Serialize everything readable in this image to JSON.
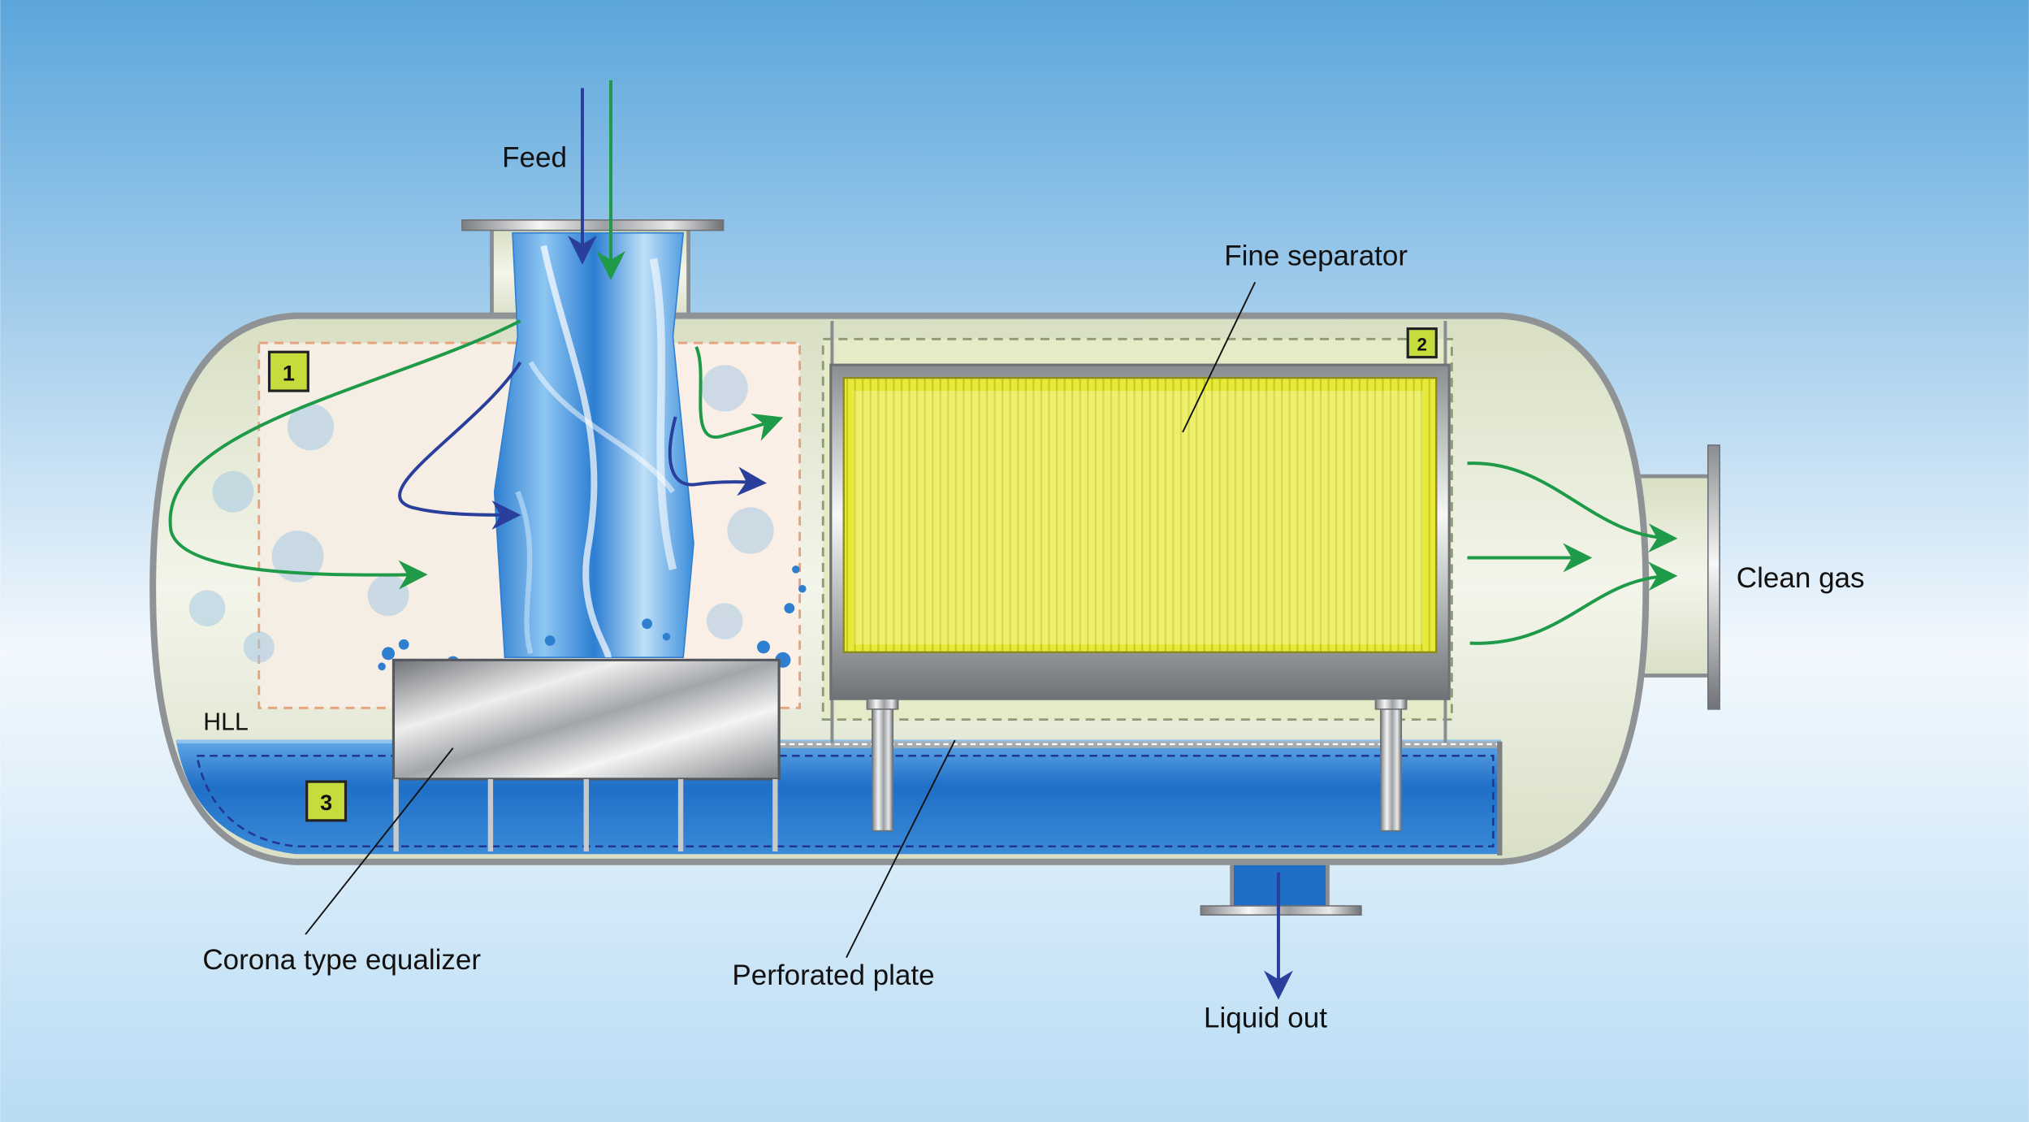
{
  "labels": {
    "feed": "Feed",
    "fine_separator": "Fine separator",
    "clean_gas": "Clean gas",
    "hll": "HLL",
    "corona_equalizer": "Corona type equalizer",
    "perforated_plate": "Perforated plate",
    "liquid_out": "Liquid out"
  },
  "zones": {
    "zone1": "1",
    "zone2": "2",
    "zone3": "3"
  },
  "colors": {
    "background_top": "#5ba6dc",
    "background_bottom": "#ffffff",
    "gas_arrow": "#1e9a48",
    "liquid_arrow": "#2a3f9c",
    "liquid": "#1f6fc8",
    "separator_fill": "#e8ea3a",
    "zone_badge": "#c6dc3c",
    "vessel_body": "#d6dcc4"
  }
}
